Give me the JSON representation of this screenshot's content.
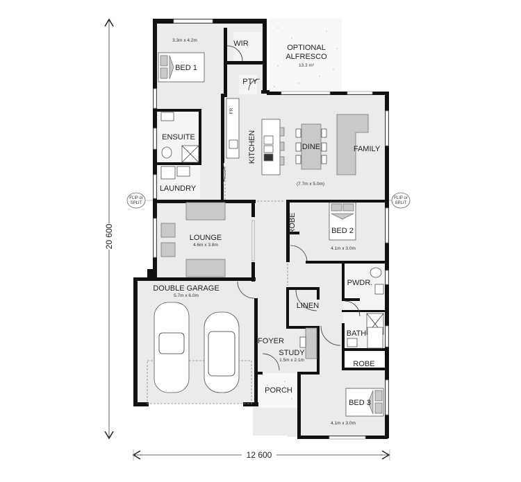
{
  "plan": {
    "overall_height": "20 600",
    "overall_width": "12 600",
    "flip_marker": [
      "FLIP or",
      "SPLIT"
    ],
    "rooms": {
      "bed1": {
        "label": "BED 1",
        "size": "3.3m x 4.2m"
      },
      "wir": {
        "label": "WIR"
      },
      "pty": {
        "label": "PTY"
      },
      "alfresco": {
        "label1": "OPTIONAL",
        "label2": "ALFRESCO",
        "size": "13.3 m²"
      },
      "ensuite": {
        "label": "ENSUITE"
      },
      "laundry": {
        "label": "LAUNDRY"
      },
      "kitchen": {
        "label": "KITCHEN",
        "fridge": "FR"
      },
      "dine": {
        "label": "DINE"
      },
      "family": {
        "label": "FAMILY",
        "size": "(7.7m x 5.0m)"
      },
      "lounge": {
        "label": "LOUNGE",
        "size": "4.6m x 3.8m"
      },
      "bed2": {
        "label": "BED 2",
        "size": "4.1m x 3.0m",
        "robe": "ROBE"
      },
      "pwdr": {
        "label": "PWDR."
      },
      "linen": {
        "label": "LINEN"
      },
      "bath": {
        "label": "BATH",
        "robe": "ROBE"
      },
      "garage": {
        "label": "DOUBLE GARAGE",
        "size": "5.7m x 6.0m"
      },
      "foyer": {
        "label": "FOYER"
      },
      "study": {
        "label": "STUDY",
        "size": "1.5m x 2.1m"
      },
      "porch": {
        "label": "PORCH"
      },
      "bed3": {
        "label": "BED 3",
        "size": "4.1m x 3.0m"
      }
    }
  }
}
